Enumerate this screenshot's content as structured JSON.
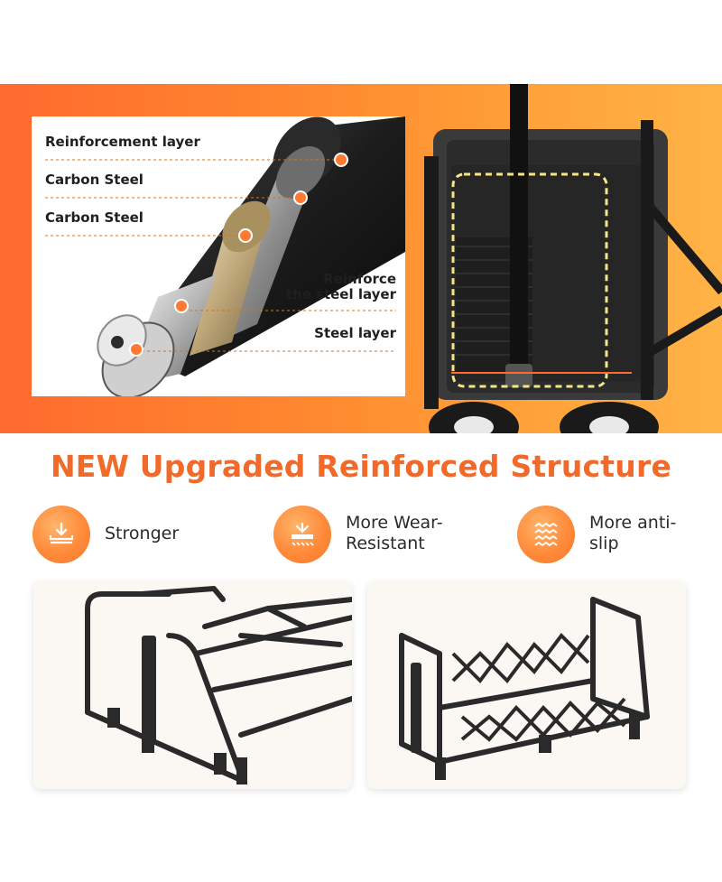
{
  "banner": {
    "layers": [
      {
        "label": "Reinforcement layer"
      },
      {
        "label": "Carbon Steel"
      },
      {
        "label": "Carbon Steel"
      },
      {
        "label_line1": "Reinforce",
        "label_line2": "the steel layer"
      },
      {
        "label": "Steel layer"
      }
    ],
    "accent_color": "#ff7a30"
  },
  "headline": "NEW Upgraded Reinforced Structure",
  "features": [
    {
      "icon": "layers-download-icon",
      "line1": "Stronger",
      "line2": ""
    },
    {
      "icon": "abrasion-surface-icon",
      "line1": "More Wear-",
      "line2": "Resistant"
    },
    {
      "icon": "zigzag-grip-icon",
      "line1": "More anti-",
      "line2": "slip"
    }
  ],
  "cards": [
    {
      "icon": "wagon-frame-front-icon"
    },
    {
      "icon": "wagon-frame-folding-icon"
    }
  ]
}
